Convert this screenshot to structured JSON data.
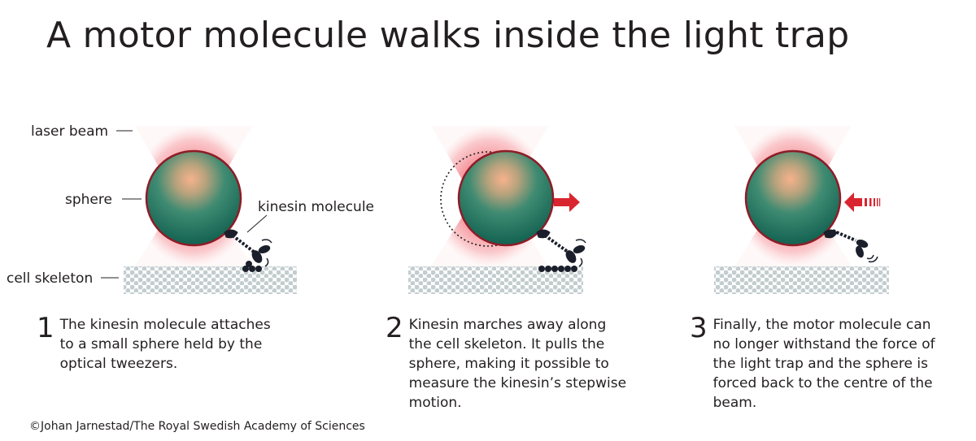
{
  "title": "A motor molecule walks inside the light trap",
  "labels": {
    "laser_beam": "laser beam",
    "sphere": "sphere",
    "kinesin_molecule": "kinesin molecule",
    "cell_skeleton": "cell skeleton"
  },
  "steps": [
    {
      "number": "1",
      "text": "The kinesin molecule attaches to a small sphere held by the optical tweezers."
    },
    {
      "number": "2",
      "text": "Kinesin marches away along the cell skeleton. It pulls the sphere, making it possible to measure the kinesin’s stepwise motion."
    },
    {
      "number": "3",
      "text": "Finally, the motor molecule can no longer withstand the force of the light trap and the sphere is forced back to the centre of the beam."
    }
  ],
  "credit": "©Johan Jarnestad/The Royal Swedish Academy of Sciences",
  "colors": {
    "laser_red": "#ee5560",
    "sphere_teal": "#1f7a66",
    "sphere_core": "#f4a882",
    "sphere_outline": "#8e1c26",
    "arrow_red": "#d9252f",
    "skeleton_dots": "#c3cdcf",
    "kinesin": "#1a1f2b"
  }
}
